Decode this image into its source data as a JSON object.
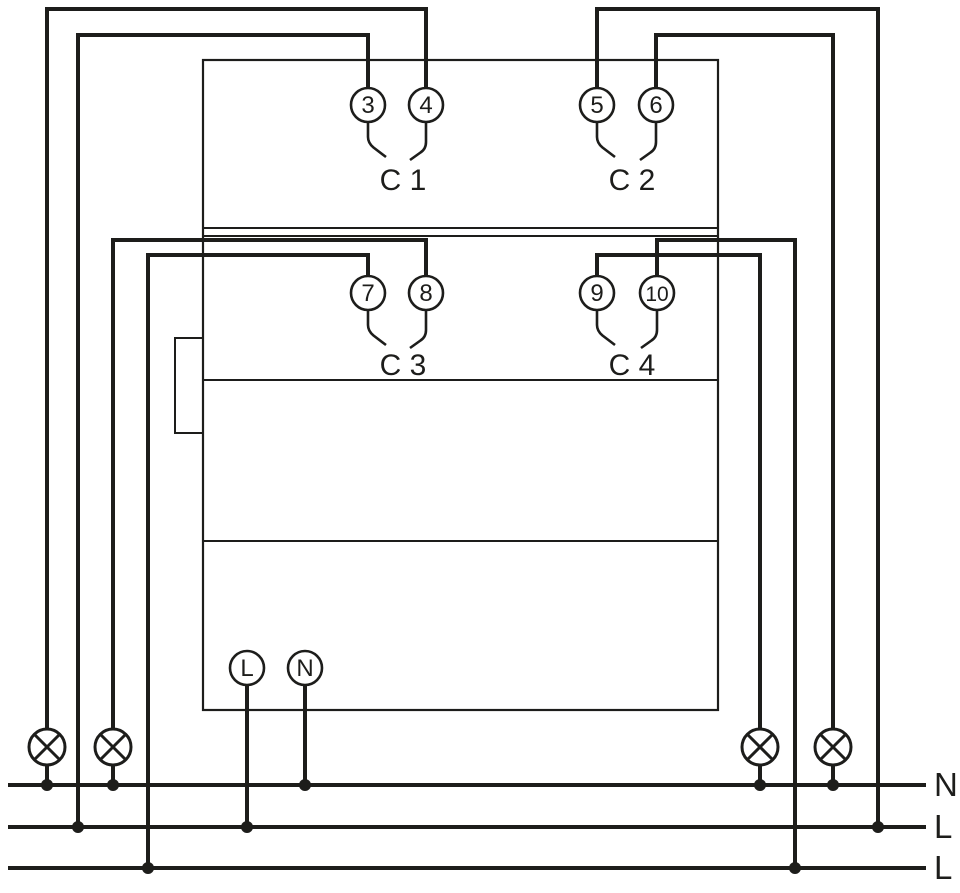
{
  "diagram": {
    "type": "wiring-diagram",
    "background_color": "#ffffff",
    "line_color": "#1d1d1b",
    "terminals": {
      "t3": "3",
      "t4": "4",
      "t5": "5",
      "t6": "6",
      "t7": "7",
      "t8": "8",
      "t9": "9",
      "t10": "10",
      "l": "L",
      "n": "N"
    },
    "channels": {
      "c1": "C 1",
      "c2": "C 2",
      "c3": "C 3",
      "c4": "C 4"
    },
    "bus": {
      "n": "N",
      "l1": "L",
      "l2": "L"
    }
  }
}
